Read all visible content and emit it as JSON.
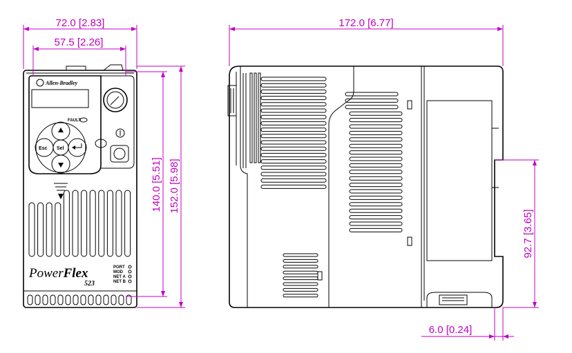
{
  "dimensions": {
    "width_total": "72.0 [2.83]",
    "width_mount": "57.5 [2.26]",
    "height_mount": "140.0 [5.51]",
    "height_total": "152.0 [5.98]",
    "depth_total": "172.0 [6.77]",
    "rail_height": "92.7 [3.65]",
    "rail_offset": "6.0 [0.24]"
  },
  "front": {
    "brand_logo": "Allen-Bradley",
    "fault_label": "FAULT",
    "esc_label": "Esc",
    "sel_label": "Sel",
    "product_name_main": "Power",
    "product_name_bold": "Flex",
    "model": "523",
    "status_labels": [
      "PORT",
      "MOD",
      "NET A",
      "NET B"
    ]
  },
  "colors": {
    "outline": "#000000",
    "dimension": "#c000c0"
  }
}
